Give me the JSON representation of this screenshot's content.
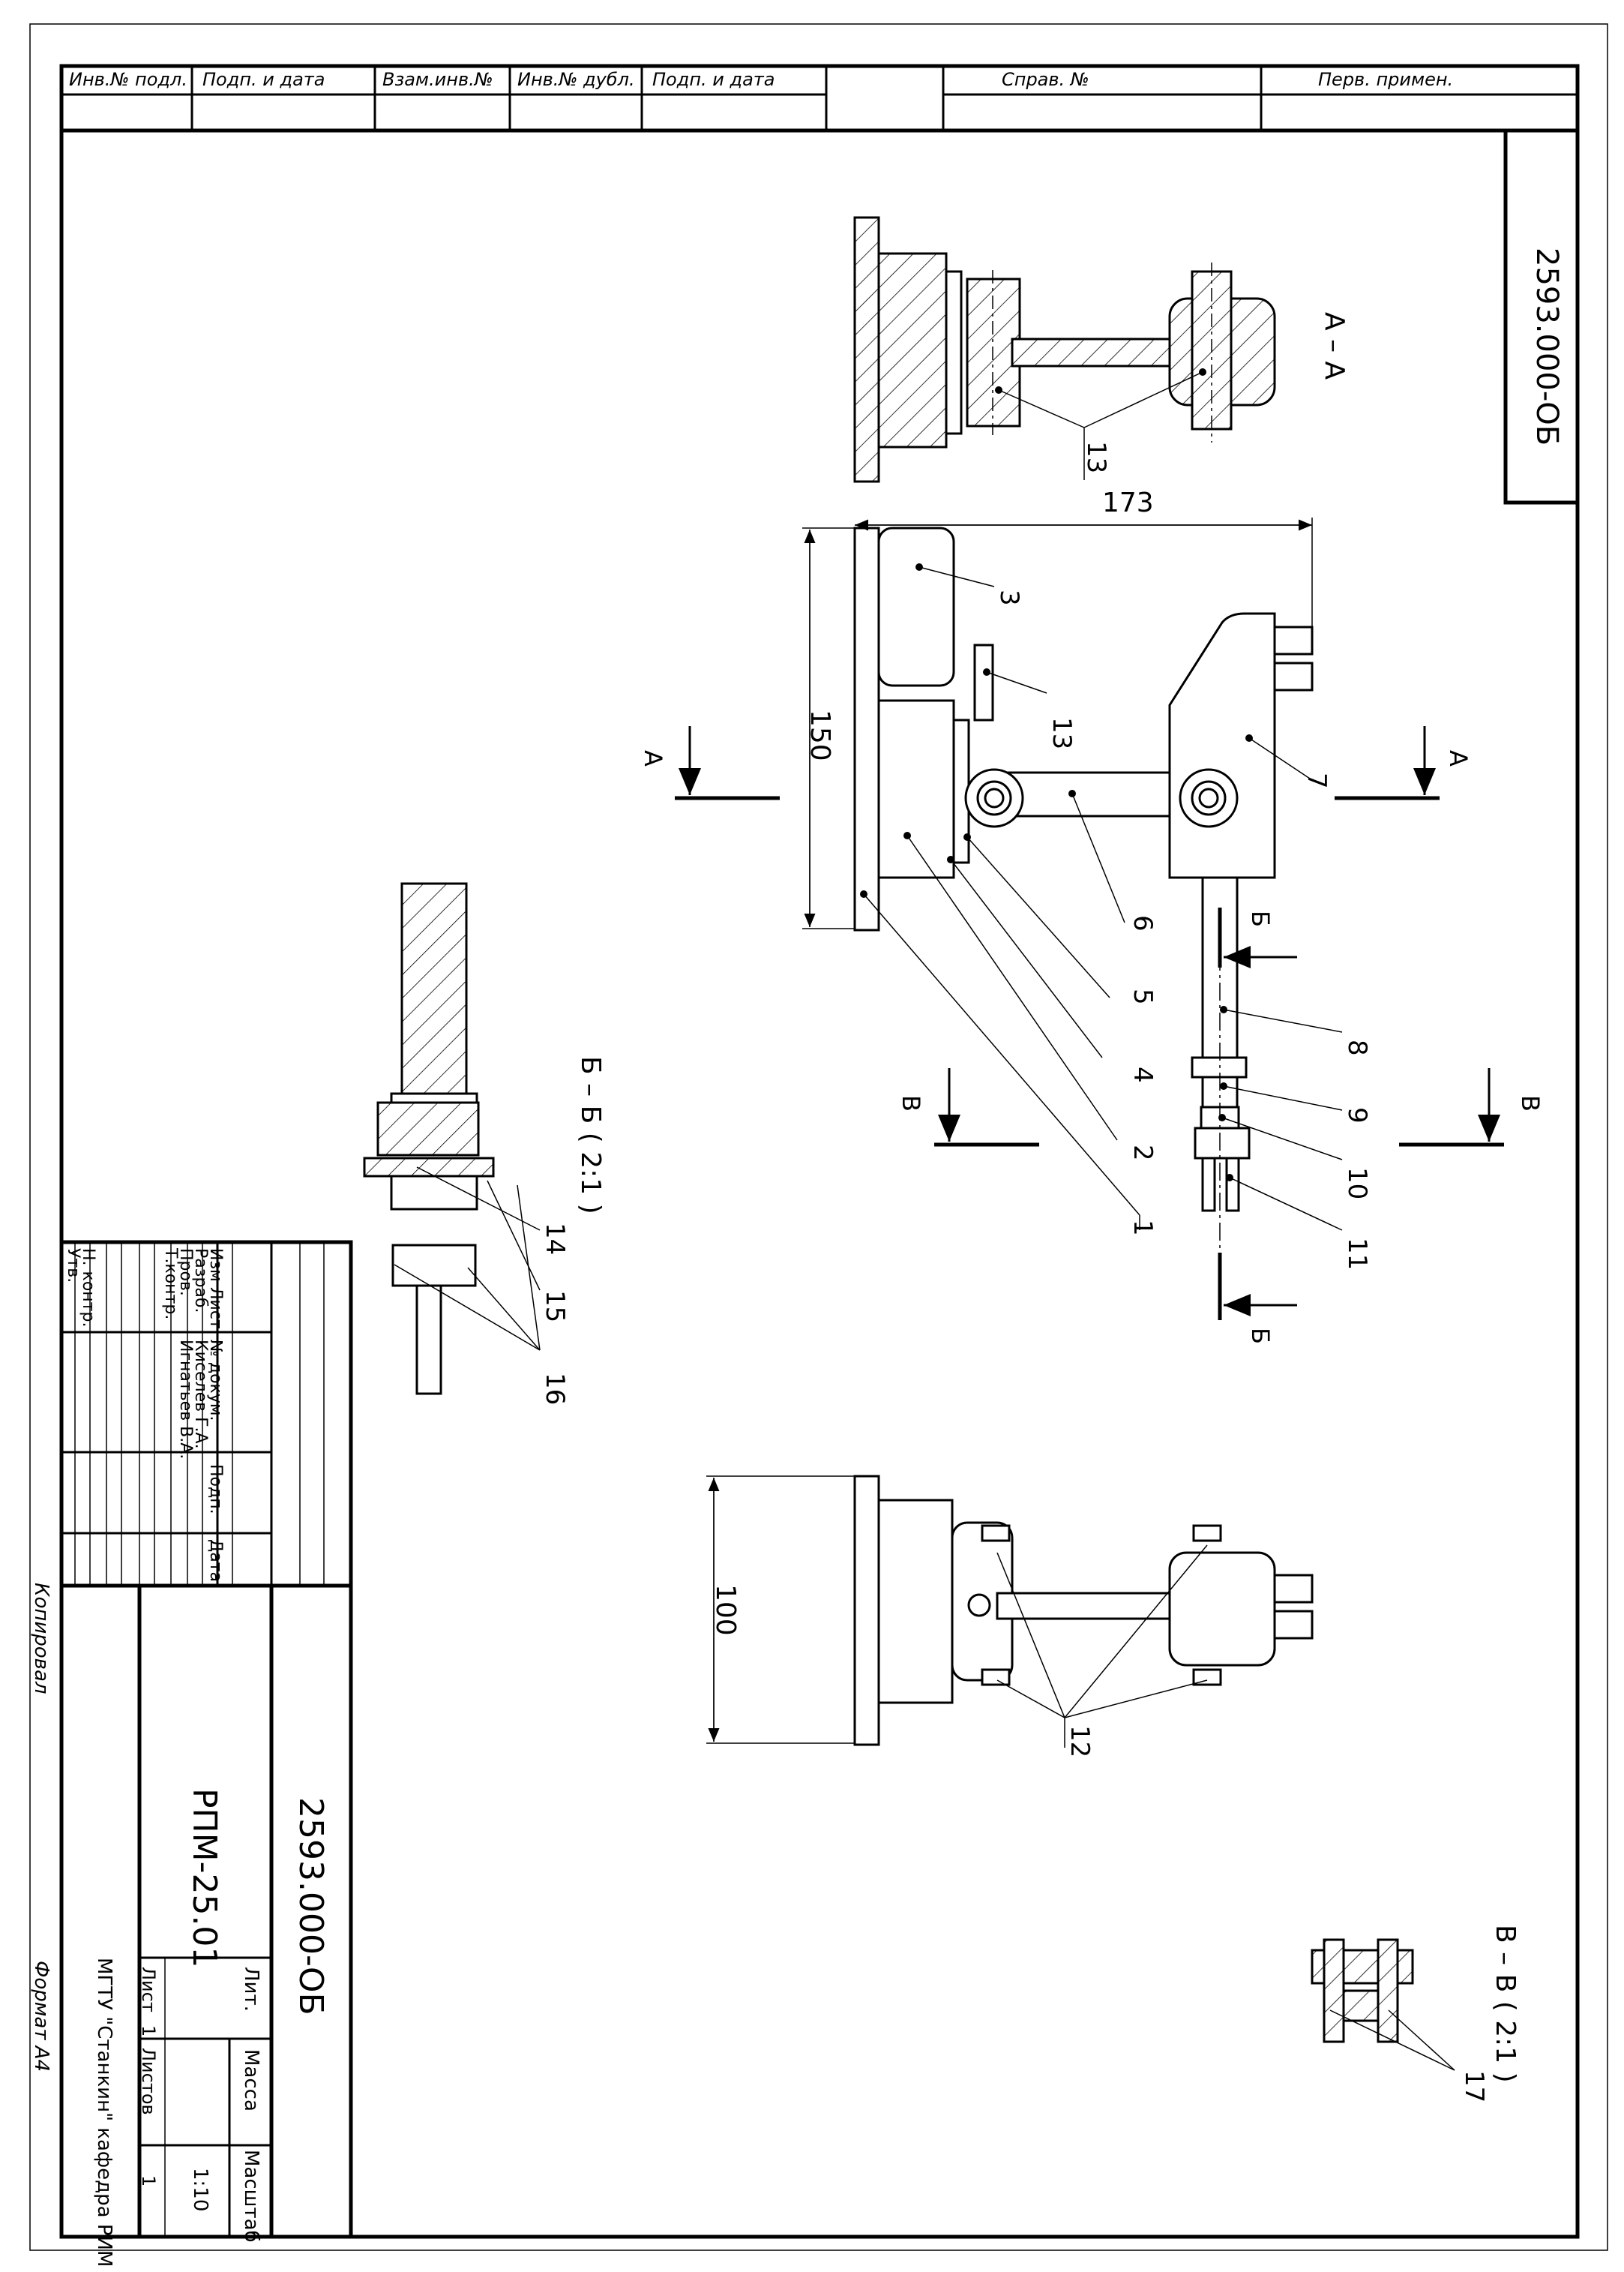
{
  "top_strip": {
    "inv_podl": "Инв.№ подл.",
    "podp_data_1": "Подп. и дата",
    "vzam_inv": "Взам.инв.№",
    "inv_dubl": "Инв.№ дубл.",
    "podp_data_2": "Подп. и дата",
    "sprav": "Справ. №",
    "perv_primen": "Перв. примен."
  },
  "doc_code_corner": "2593.000-ОБ",
  "views": {
    "section_aa": "А – А",
    "section_bb": "Б – Б ( 2:1 )",
    "section_vv": "В – В ( 2:1 )",
    "cut_a": "А",
    "cut_b": "Б",
    "cut_v": "В"
  },
  "dimensions": {
    "d173": "173",
    "d150": "150",
    "d100": "100"
  },
  "callouts": [
    "1",
    "2",
    "3",
    "4",
    "5",
    "6",
    "7",
    "8",
    "9",
    "10",
    "11",
    "12",
    "13",
    "14",
    "15",
    "16",
    "17"
  ],
  "title_block": {
    "izm": "Изм",
    "list": "Лист",
    "n_dokum": "№ докум.",
    "podp": "Подп.",
    "data": "Дата",
    "razrab": "Разраб.",
    "razrab_name": "Киселев Г.А.",
    "prov": "Пров.",
    "prov_name": "Игнатьев В.А.",
    "t_kontr": "Т.контр.",
    "n_kontr": "Н. контр.",
    "utv": "Утв.",
    "doc_code": "2593.000-ОБ",
    "product_name": "РПМ-25.01",
    "lit": "Лит.",
    "massa": "Масса",
    "masshtab": "Масштаб",
    "scale_value": "1:10",
    "list_label": "Лист",
    "list_value": "1",
    "listov_label": "Листов",
    "listov_value": "1",
    "org": "МГТУ \"Станкин\" кафедра РИМ"
  },
  "footer": {
    "kopiroval": "Копировал",
    "format": "Формат А4"
  }
}
